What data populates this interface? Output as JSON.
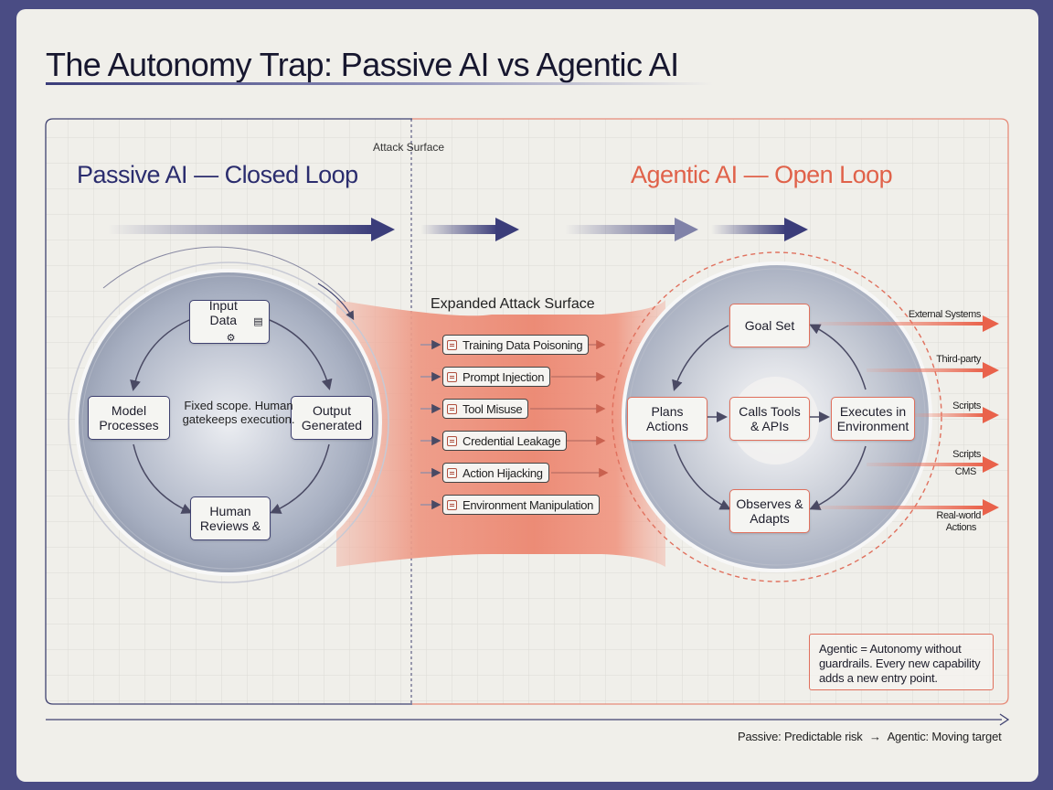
{
  "title": "The Autonomy Trap: Passive AI vs Agentic AI",
  "attack_surface_label": "Attack Surface",
  "passive": {
    "heading": "Passive AI — Closed Loop",
    "nodes": {
      "input": "Input Data",
      "model": "Model Processes",
      "output": "Output Generated",
      "review": "Human Reviews &"
    },
    "center_text": "Fixed scope. Human gatekeeps execution."
  },
  "expanded_label": "Expanded Attack Surface",
  "threats": [
    "Training Data Poisoning",
    "Prompt Injection",
    "Tool Misuse",
    "Credential Leakage",
    "Action Hijacking",
    "Environment Manipulation"
  ],
  "agentic": {
    "heading": "Agentic AI — Open Loop",
    "nodes": {
      "goal": "Goal Set",
      "plans": "Plans Actions",
      "calls": "Calls Tools & APIs",
      "executes": "Executes in Environment",
      "observes": "Observes & Adapts"
    }
  },
  "external_labels": [
    "External Systems",
    "Third-party",
    "Scripts",
    "Scripts",
    "CMS",
    "Real-world",
    "Actions"
  ],
  "callout": "Agentic = Autonomy without guardrails. Every new capability adds a new entry point.",
  "footer": {
    "left": "Passive: Predictable risk",
    "arrow": "→",
    "right": "Agentic: Moving target"
  },
  "colors": {
    "background": "#4a4c84",
    "card": "#f0efea",
    "passive_accent": "#2b2d6e",
    "agentic_accent": "#e0624a",
    "threat_zone": "#ee8a78"
  },
  "icons": [
    "gear-icon",
    "document-icon"
  ]
}
